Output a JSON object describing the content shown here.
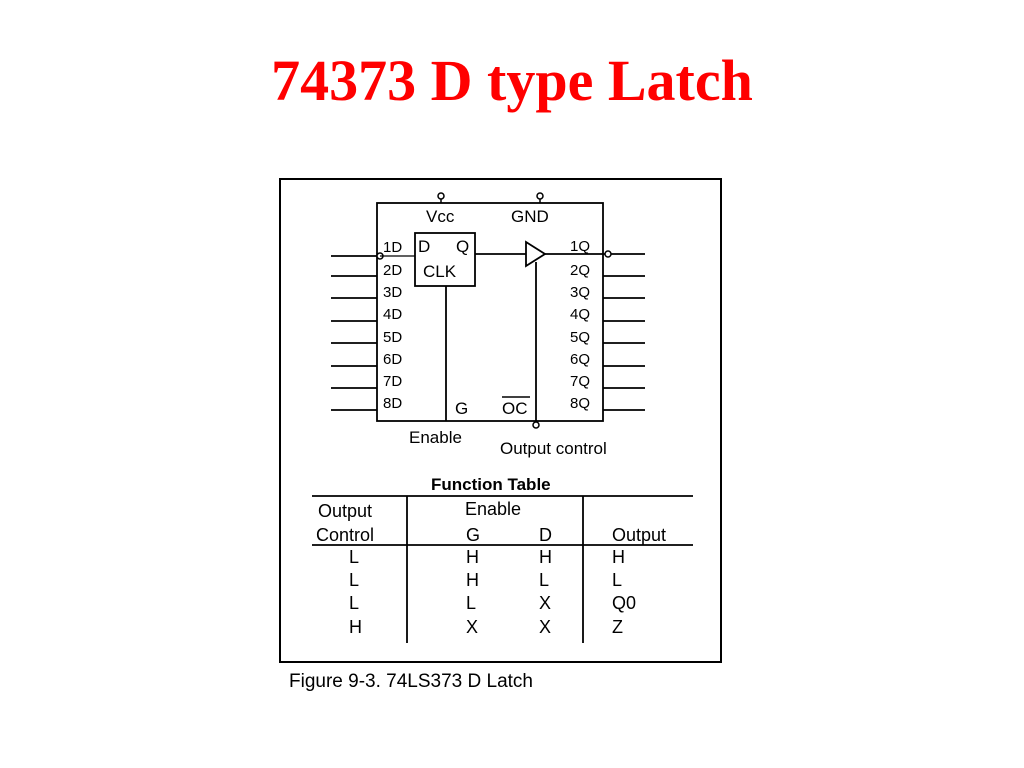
{
  "slide": {
    "title": "74373 D type Latch",
    "title_color": "#ff0000"
  },
  "chip": {
    "vcc": "Vcc",
    "gnd": "GND",
    "ff_d": "D",
    "ff_q": "Q",
    "ff_clk": "CLK",
    "inputs": [
      "1D",
      "2D",
      "3D",
      "4D",
      "5D",
      "6D",
      "7D",
      "8D"
    ],
    "outputs": [
      "1Q",
      "2Q",
      "3Q",
      "4Q",
      "5Q",
      "6Q",
      "7Q",
      "8Q"
    ],
    "g_pin": "G",
    "oc_pin": "OC",
    "enable_label": "Enable",
    "output_control_label": "Output control"
  },
  "function_table": {
    "title": "Function Table",
    "header_output_control_1": "Output",
    "header_output_control_2": "Control",
    "header_enable": "Enable",
    "header_g": "G",
    "header_d": "D",
    "header_output": "Output",
    "rows": [
      [
        "L",
        "H",
        "H",
        "H"
      ],
      [
        "L",
        "H",
        "L",
        "L"
      ],
      [
        "L",
        "L",
        "X",
        "Q0"
      ],
      [
        "H",
        "X",
        "X",
        "Z"
      ]
    ]
  },
  "figure": {
    "caption": "Figure 9-3. 74LS373 D Latch"
  }
}
